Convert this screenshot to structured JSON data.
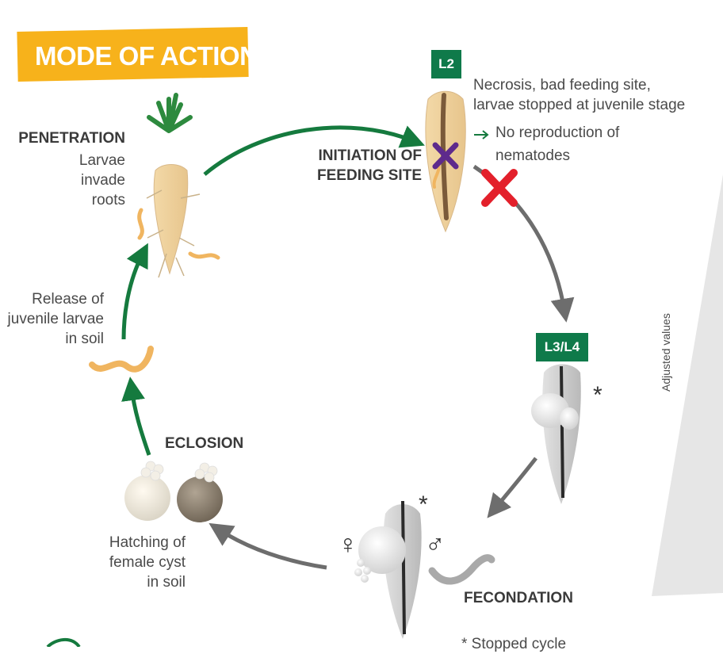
{
  "title": "MODE OF ACTION",
  "stage_tags": {
    "l2": "L2",
    "l3l4": "L3/L4"
  },
  "penetration": {
    "heading": "PENETRATION",
    "lines": [
      "Larvae",
      "invade",
      "roots"
    ]
  },
  "initiation": {
    "lines": [
      "INITIATION OF",
      "FEEDING SITE"
    ]
  },
  "effect": {
    "lines": [
      "Necrosis, bad feeding site,",
      "larvae stopped at juvenile stage"
    ],
    "arrow": "→",
    "result_lines": [
      "No reproduction of",
      "nematodes"
    ]
  },
  "release": {
    "lines": [
      "Release of",
      "juvenile larvae",
      "in soil"
    ]
  },
  "eclosion": {
    "heading": "ECLOSION"
  },
  "hatching": {
    "lines": [
      "Hatching of",
      "female cyst",
      "in soil"
    ]
  },
  "fecondation": {
    "heading": "FECONDATION"
  },
  "symbols": {
    "female": "♀",
    "male": "♂",
    "asterisk": "*"
  },
  "footnote": "* Stopped cycle",
  "side_panel": {
    "label": "Adjusted values"
  },
  "colors": {
    "green_arrow": "#157a3e",
    "grey_arrow": "#6d6d6d",
    "banner": "#f7b21b",
    "tag": "#0f7a4a",
    "block_x": "#e3202b",
    "feeding_x": "#5e2a8c",
    "larva": "#f0b560"
  }
}
